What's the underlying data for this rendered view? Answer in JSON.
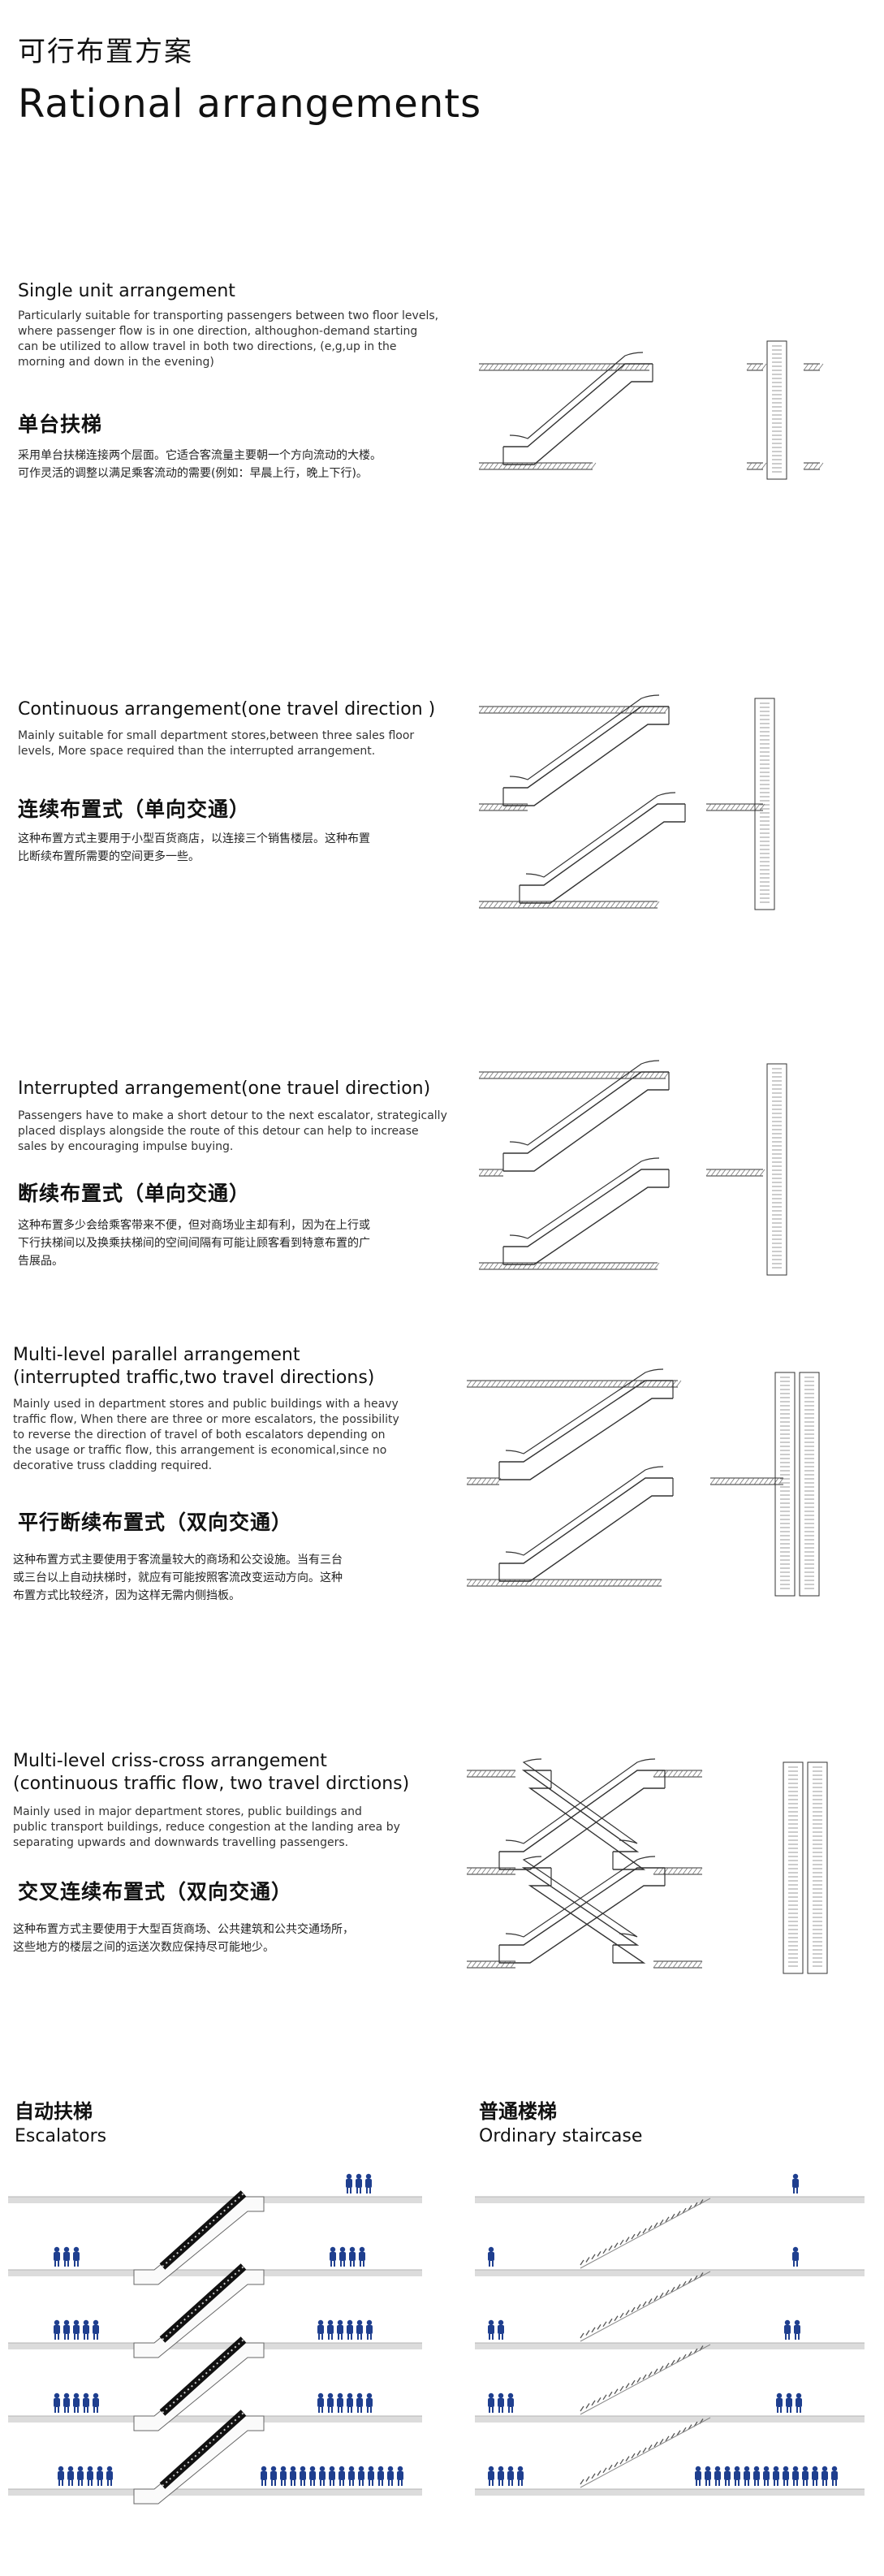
{
  "header": {
    "title_cn": "可行布置方案",
    "title_en": "Rational arrangements"
  },
  "sections": [
    {
      "title": "Single unit arrangement",
      "desc": "Particularly suitable for transporting passengers between two floor levels,\nwhere passenger flow is in one direction, althoughon-demand starting\ncan be utilized to allow travel in both two directions, (e,g,up in the\nmorning and down in the evening)",
      "cn_title": "单台扶梯",
      "cn_desc": "采用单台扶梯连接两个层面。它适合客流量主要朝一个方向流动的大楼。\n可作灵活的调整以满足乘客流动的需要(例如：早晨上行，晚上下行)。"
    },
    {
      "title": "Continuous arrangement(one travel direction )",
      "desc": "Mainly suitable for small department stores,between three sales floor\nlevels, More space required than the interrupted arrangement.",
      "cn_title": "连续布置式（单向交通）",
      "cn_desc": "这种布置方式主要用于小型百货商店，以连接三个销售楼层。这种布置\n比断续布置所需要的空间更多一些。"
    },
    {
      "title": "Interrupted arrangement(one trauel direction)",
      "desc": "Passengers have to make a short detour to the next escalator, strategically\nplaced displays alongside the route of this detour can help to increase\nsales by encouraging impulse buying.",
      "cn_title": "断续布置式（单向交通）",
      "cn_desc": "这种布置多少会给乘客带来不便，但对商场业主却有利，因为在上行或\n下行扶梯间以及换乘扶梯间的空间间隔有可能让顾客看到特意布置的广\n告展品。"
    },
    {
      "title": "Multi-level parallel arrangement\n(interrupted traffic,two travel directions)",
      "desc": "Mainly used in department stores and public buildings with a heavy\ntraffic flow, When there are three or more escalators, the possibility\nto reverse the direction of travel of both escalators depending on\nthe usage or traffic flow, this arrangement is economical,since no\ndecorative truss cladding required.",
      "cn_title": "平行断续布置式（双向交通）",
      "cn_desc": "这种布置方式主要使用于客流量较大的商场和公交设施。当有三台\n或三台以上自动扶梯时，就应有可能按照客流改变运动方向。这种\n布置方式比较经济，因为这样无需内侧挡板。"
    },
    {
      "title": "Multi-level criss-cross arrangement\n(continuous traffic flow, two travel dirctions)",
      "desc": "Mainly used in major department stores, public buildings and\npublic transport buildings, reduce congestion at the landing area by\nseparating upwards and downwards travelling passengers.",
      "cn_title": "交叉连续布置式（双向交通）",
      "cn_desc": "这种布置方式主要使用于大型百货商场、公共建筑和公共交通场所，\n这些地方的楼层之间的运送次数应保持尽可能地少。"
    }
  ],
  "bottom": {
    "left_cn": "自动扶梯",
    "left_en": "Escalators",
    "right_cn": "普通楼梯",
    "right_en": "Ordinary staircase"
  },
  "colors": {
    "line": "#333333",
    "hatch": "#777777",
    "person": "#1f3f8f",
    "floor": "#dcdcdc"
  }
}
